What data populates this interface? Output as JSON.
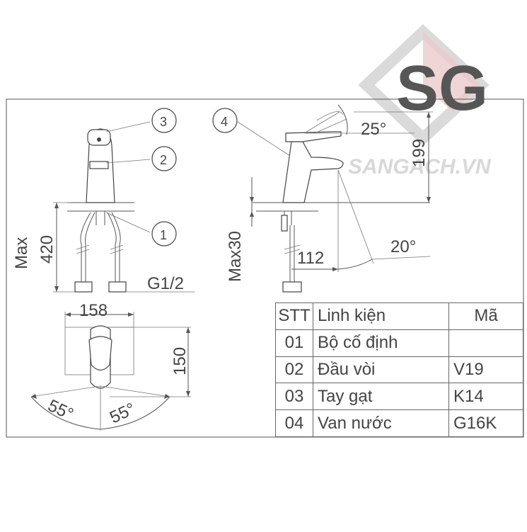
{
  "watermark": {
    "text": "SANGACH.VN",
    "logo_letters": "SG",
    "color": "#d9d9d9",
    "accent": "#e8bcbc"
  },
  "callouts": [
    "1",
    "2",
    "3",
    "4"
  ],
  "dimensions": {
    "max": "Max",
    "height_420": "420",
    "thread": "G1/2",
    "width_158": "158",
    "depth_150": "150",
    "angle_left": "55°",
    "angle_right": "55°",
    "lever_angle": "25°",
    "height_199": "199",
    "max30": "Max30",
    "reach_112": "112",
    "spout_angle": "20°"
  },
  "parts_table": {
    "headers": {
      "stt": "STT",
      "name": "Linh kiện",
      "code": "Mã"
    },
    "rows": [
      {
        "stt": "01",
        "name": "Bộ cố định",
        "code": ""
      },
      {
        "stt": "02",
        "name": "Đầu vòi",
        "code": "V19"
      },
      {
        "stt": "03",
        "name": "Tay gạt",
        "code": "K14"
      },
      {
        "stt": "04",
        "name": "Van nước",
        "code": "G16K"
      }
    ]
  }
}
